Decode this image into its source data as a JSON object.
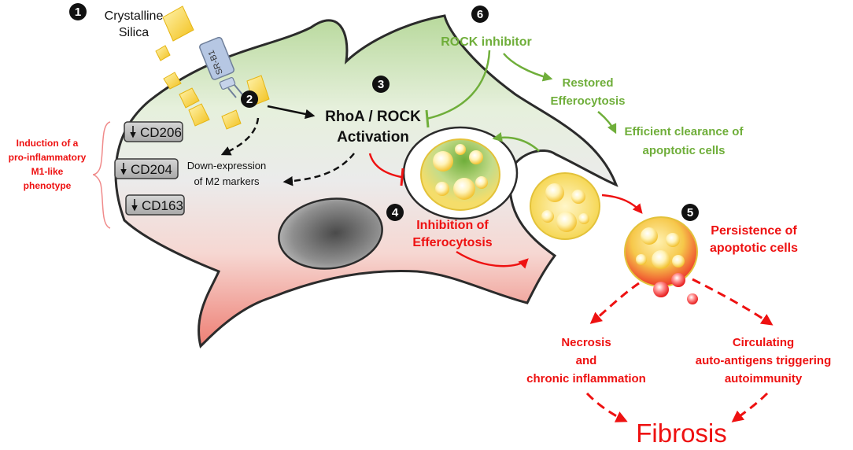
{
  "steps": {
    "step1": {
      "num": "1",
      "label_line1": "Crystalline",
      "label_line2": "Silica"
    },
    "step2": {
      "num": "2"
    },
    "step3": {
      "num": "3",
      "label_line1": "RhoA / ROCK",
      "label_line2": "Activation"
    },
    "step4": {
      "num": "4",
      "label_line1": "Inhibition of",
      "label_line2": "Efferocytosis"
    },
    "step5": {
      "num": "5",
      "label_line1": "Persistence of",
      "label_line2": "apoptotic cells"
    },
    "step6": {
      "num": "6",
      "label": "ROCK inhibitor"
    }
  },
  "receptor": {
    "label": "SR-B1"
  },
  "markers": [
    "CD206",
    "CD204",
    "CD163"
  ],
  "phenotype": {
    "line1": "Induction of a",
    "line2": "pro-inflammatory",
    "line3": "M1-like",
    "line4": "phenotype"
  },
  "downexpression": {
    "line1": "Down-expression",
    "line2": "of M2 markers"
  },
  "rescue": {
    "restored_line1": "Restored",
    "restored_line2": "Efferocytosis",
    "clearance_line1": "Efficient clearance of",
    "clearance_line2": "apoptotic cells"
  },
  "outcomes": {
    "necrosis_line1": "Necrosis",
    "necrosis_line2": "and",
    "necrosis_line3": "chronic inflammation",
    "circ_line1": "Circulating",
    "circ_line2": "auto-antigens triggering",
    "circ_line3": "autoimmunity"
  },
  "final": {
    "label": "Fibrosis"
  },
  "colors": {
    "red": "#ee1111",
    "green": "#6fae3a",
    "black": "#111111",
    "cell_top": "#c9e3b5",
    "cell_bottom": "#f2938b",
    "crystal": "#f5c518",
    "marker_box": "#b9b9b9"
  }
}
